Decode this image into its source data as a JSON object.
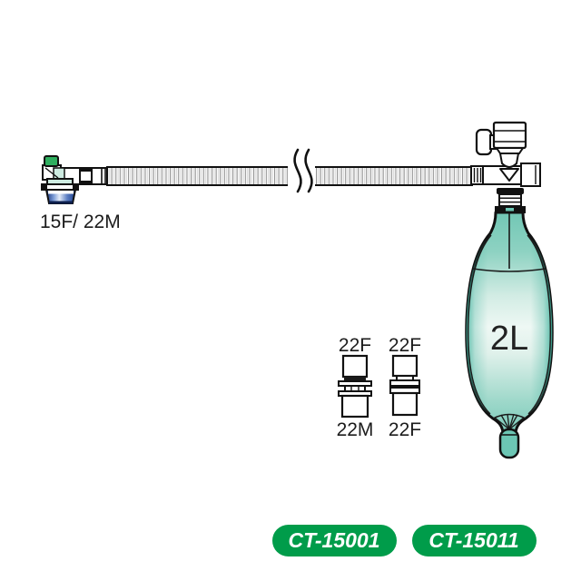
{
  "diagram": {
    "left_connector": {
      "label": "15F/ 22M"
    },
    "bag": {
      "label": "2L"
    },
    "adapters": [
      {
        "top_label": "22F",
        "bottom_label": "22M"
      },
      {
        "top_label": "22F",
        "bottom_label": "22F"
      }
    ],
    "badges": [
      {
        "label": "CT-15001"
      },
      {
        "label": "CT-15011"
      }
    ],
    "colors": {
      "badge_green": "#009C4A",
      "bag_teal": "#6CC6B4",
      "elbow_cap_green": "#2FAE5F",
      "cup_blue": "#1C3E8E",
      "mint": "#CDEBE1",
      "outline": "#111111"
    }
  }
}
